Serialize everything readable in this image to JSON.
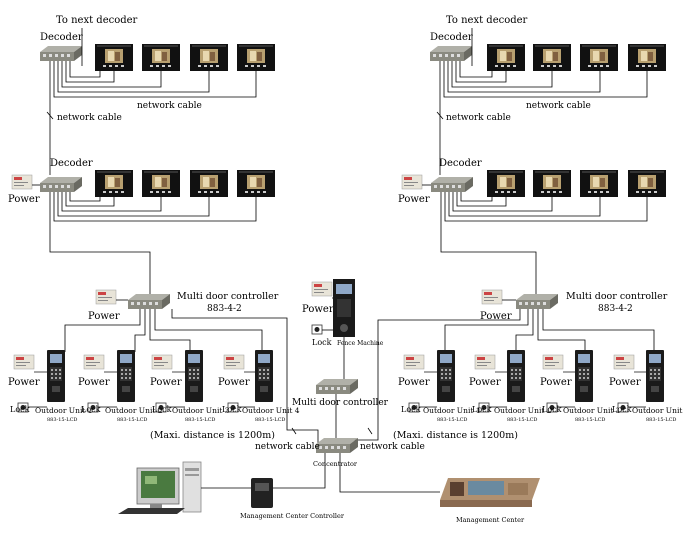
{
  "labels": {
    "to_next_decoder": "To next decoder",
    "decoder": "Decoder",
    "network_cable": "network cable",
    "power": "Power",
    "multi_door_controller": "Multi door controller",
    "multi_door_model": "883-4-2",
    "lock": "Lock",
    "outdoor_units": [
      "Outdoor Unit 1",
      "Outdoor Unit 2",
      "Outdoor Unit 3",
      "Outdoor Unit 4"
    ],
    "outdoor_model": "883-15-LCD",
    "fence_machine": "Fence Machine",
    "max_distance": "(Maxi. distance is 1200m)",
    "concentrator": "Concentrator",
    "management_center_controller": "Management Center Controller",
    "management_center": "Management Center"
  },
  "colors": {
    "line": "#000000",
    "device_gray": "#8a8a80",
    "panel_dark": "#1a1a1a",
    "screen_image": "#b8a070"
  }
}
